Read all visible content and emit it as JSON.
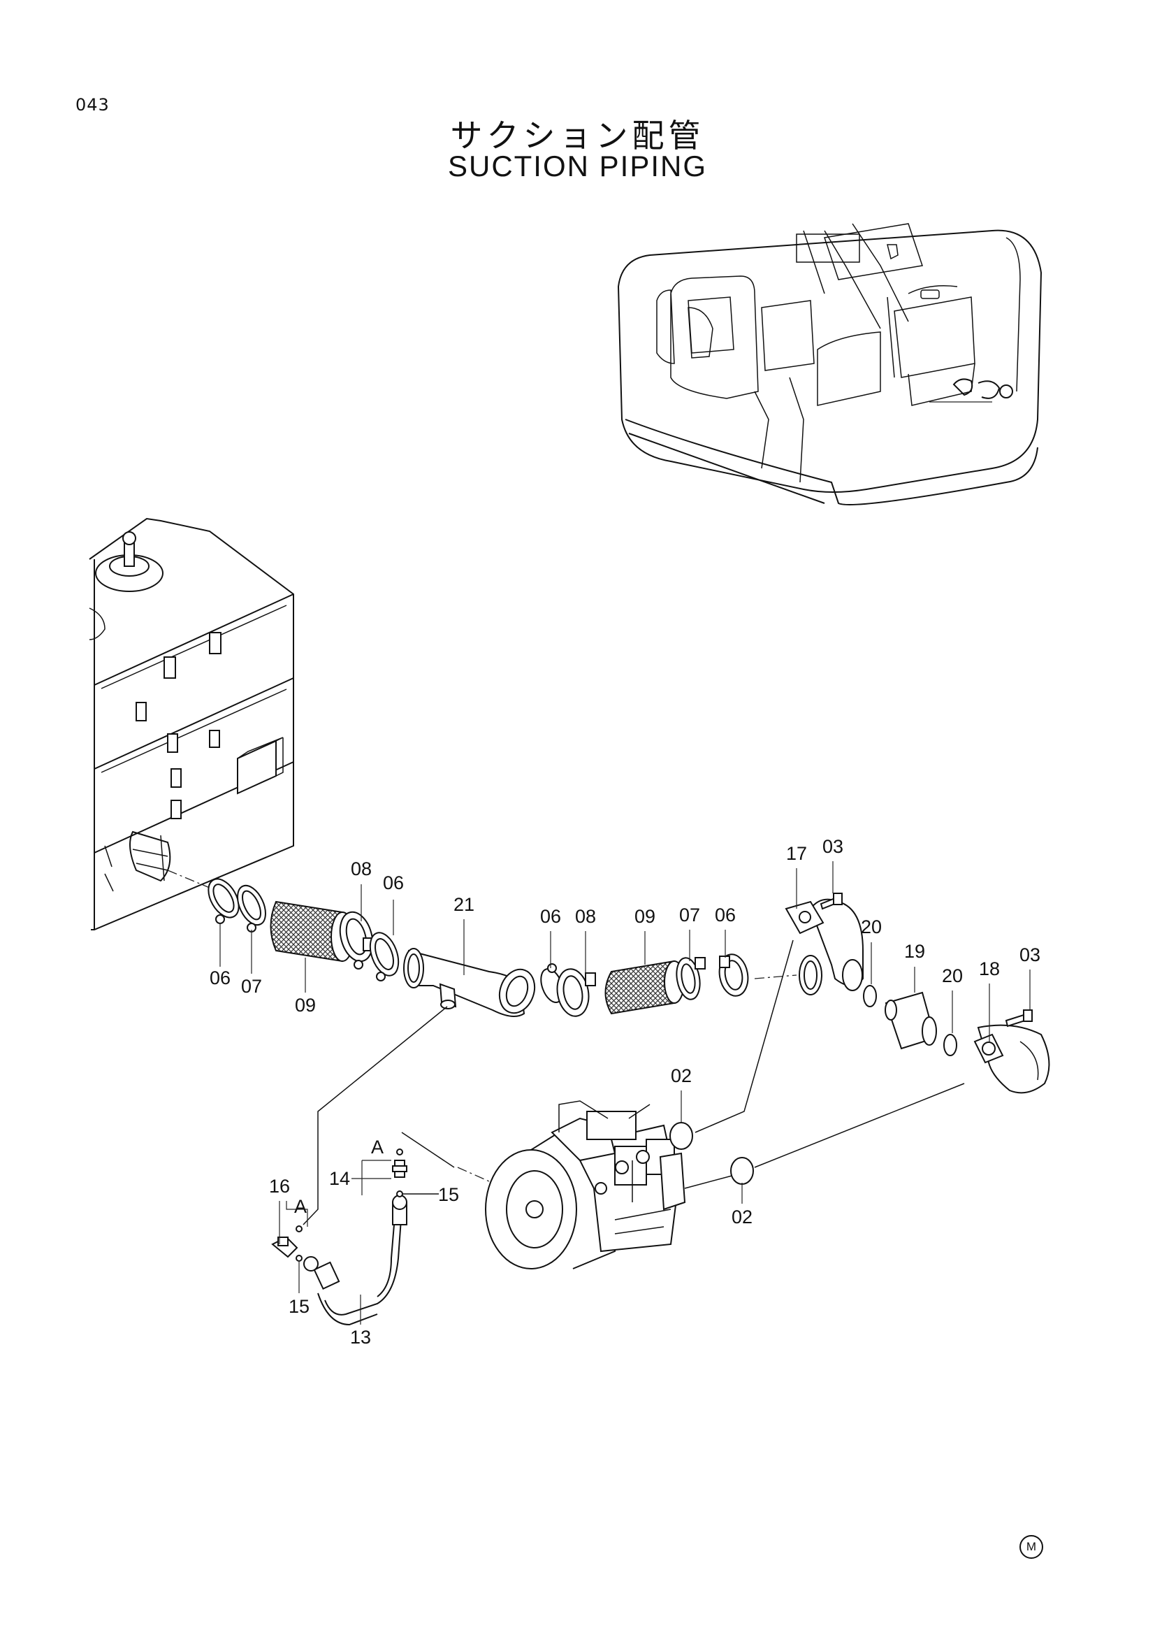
{
  "page": {
    "number": "043",
    "title_jp": "サクション配管",
    "title_en": "SUCTION PIPING",
    "corner_mark": "M"
  },
  "callouts": {
    "c06a": "06",
    "c07a": "07",
    "c09a": "09",
    "c08a": "08",
    "c06b": "06",
    "c21": "21",
    "c06c": "06",
    "c08b": "08",
    "c09b": "09",
    "c07b": "07",
    "c06d": "06",
    "c17": "17",
    "c03a": "03",
    "c20a": "20",
    "c19": "19",
    "c20b": "20",
    "c18": "18",
    "c03b": "03",
    "c02a": "02",
    "c02b": "02",
    "c16": "16",
    "c15a": "15",
    "c13": "13",
    "c14": "14",
    "c15b": "15",
    "refA1": "A",
    "refA2": "A"
  },
  "icons": [
    "excavator-overview-icon",
    "hydraulic-tank-icon",
    "hydraulic-pump-icon",
    "hose-icon"
  ]
}
